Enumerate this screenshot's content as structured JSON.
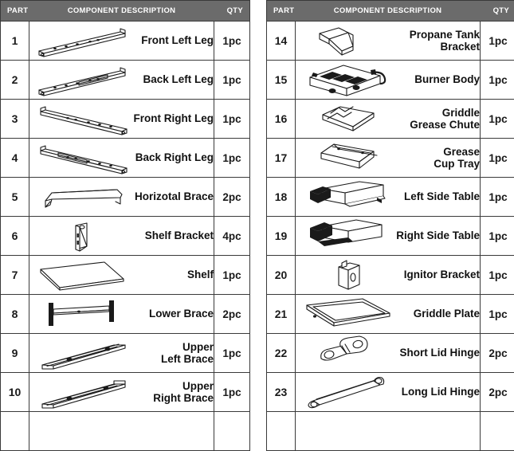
{
  "tables": [
    {
      "id": "left-parts-table",
      "headers": {
        "part": "PART",
        "description": "COMPONENT DESCRIPTION",
        "qty": "QTY"
      },
      "rows": [
        {
          "part": "1",
          "description": "Front Left Leg",
          "qty": "1pc",
          "art": "leg-left-front"
        },
        {
          "part": "2",
          "description": "Back Left Leg",
          "qty": "1pc",
          "art": "leg-left-back"
        },
        {
          "part": "3",
          "description": "Front Right Leg",
          "qty": "1pc",
          "art": "leg-right-front"
        },
        {
          "part": "4",
          "description": "Back Right Leg",
          "qty": "1pc",
          "art": "leg-right-back"
        },
        {
          "part": "5",
          "description": "Horizotal Brace",
          "qty": "2pc",
          "art": "horizontal-brace"
        },
        {
          "part": "6",
          "description": "Shelf Bracket",
          "qty": "4pc",
          "art": "shelf-bracket"
        },
        {
          "part": "7",
          "description": "Shelf",
          "qty": "1pc",
          "art": "shelf"
        },
        {
          "part": "8",
          "description": "Lower Brace",
          "qty": "2pc",
          "art": "lower-brace"
        },
        {
          "part": "9",
          "description": "Upper\nLeft Brace",
          "qty": "1pc",
          "art": "upper-left-brace"
        },
        {
          "part": "10",
          "description": "Upper\nRight Brace",
          "qty": "1pc",
          "art": "upper-right-brace"
        }
      ]
    },
    {
      "id": "right-parts-table",
      "headers": {
        "part": "PART",
        "description": "COMPONENT DESCRIPTION",
        "qty": "QTY"
      },
      "rows": [
        {
          "part": "14",
          "description": "Propane Tank Bracket",
          "qty": "1pc",
          "art": "propane-tank-bracket"
        },
        {
          "part": "15",
          "description": "Burner Body",
          "qty": "1pc",
          "art": "burner-body"
        },
        {
          "part": "16",
          "description": "Griddle\nGrease Chute",
          "qty": "1pc",
          "art": "grease-chute"
        },
        {
          "part": "17",
          "description": "Grease\nCup Tray",
          "qty": "1pc",
          "art": "grease-cup-tray"
        },
        {
          "part": "18",
          "description": "Left Side Table",
          "qty": "1pc",
          "art": "left-side-table"
        },
        {
          "part": "19",
          "description": "Right Side Table",
          "qty": "1pc",
          "art": "right-side-table"
        },
        {
          "part": "20",
          "description": "Ignitor Bracket",
          "qty": "1pc",
          "art": "ignitor-bracket"
        },
        {
          "part": "21",
          "description": "Griddle Plate",
          "qty": "1pc",
          "art": "griddle-plate"
        },
        {
          "part": "22",
          "description": "Short Lid Hinge",
          "qty": "2pc",
          "art": "short-lid-hinge"
        },
        {
          "part": "23",
          "description": "Long Lid Hinge",
          "qty": "2pc",
          "art": "long-lid-hinge"
        }
      ]
    }
  ],
  "colors": {
    "header_background": "#6b6b6b",
    "header_text": "#ffffff",
    "border": "#3a3a3a",
    "cell_background": "#ffffff",
    "text": "#111111",
    "line_art": "#1a1a1a"
  }
}
